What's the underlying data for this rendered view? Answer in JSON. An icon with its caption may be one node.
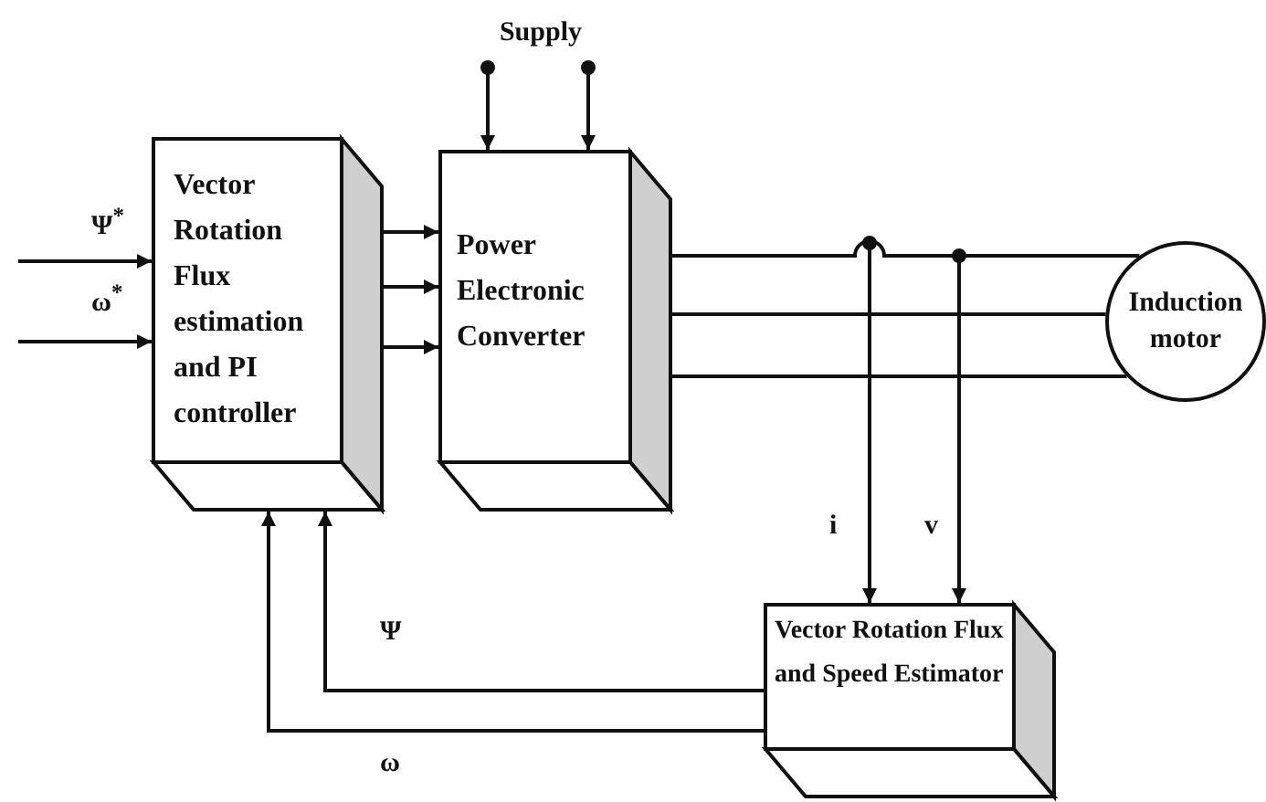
{
  "diagram": {
    "nodes": [
      {
        "text": [
          "Vector Rotation Flux estimation and PI controller"
        ]
      },
      {
        "text": [
          "Power Electronic Converter"
        ]
      },
      {
        "text": [
          "Induction motor"
        ]
      },
      {
        "text": [
          "Vector Rotation Flux and Speed Estimator"
        ]
      },
      {
        "text": [
          "Supply"
        ]
      }
    ],
    "edges": [
      {
        "from": null,
        "to": 0,
        "arrow": "to",
        "label": "Ψ$^{*}$"
      },
      {
        "from": null,
        "to": 0,
        "arrow": "to",
        "label": "ω$^{*}$"
      },
      {
        "from": 0,
        "to": 1,
        "arrow": "to"
      },
      {
        "from": 0,
        "to": 1,
        "arrow": "to"
      },
      {
        "from": 0,
        "to": 1,
        "arrow": "to"
      },
      {
        "from": 4,
        "to": 1,
        "arrow": "to"
      },
      {
        "from": 4,
        "to": 1,
        "arrow": "to"
      },
      {
        "from": 1,
        "to": 2,
        "arrow": "none"
      },
      {
        "from": 1,
        "to": 2,
        "arrow": "none"
      },
      {
        "from": 1,
        "to": 2,
        "arrow": "none"
      },
      {
        "from": null,
        "to": 3,
        "arrow": "to",
        "label": "i"
      },
      {
        "from": null,
        "to": 3,
        "arrow": "to",
        "label": "v"
      },
      {
        "from": 3,
        "to": 0,
        "arrow": "to",
        "label": "Ψ"
      },
      {
        "from": 3,
        "to": 0,
        "arrow": "to",
        "label": "ω"
      }
    ]
  }
}
